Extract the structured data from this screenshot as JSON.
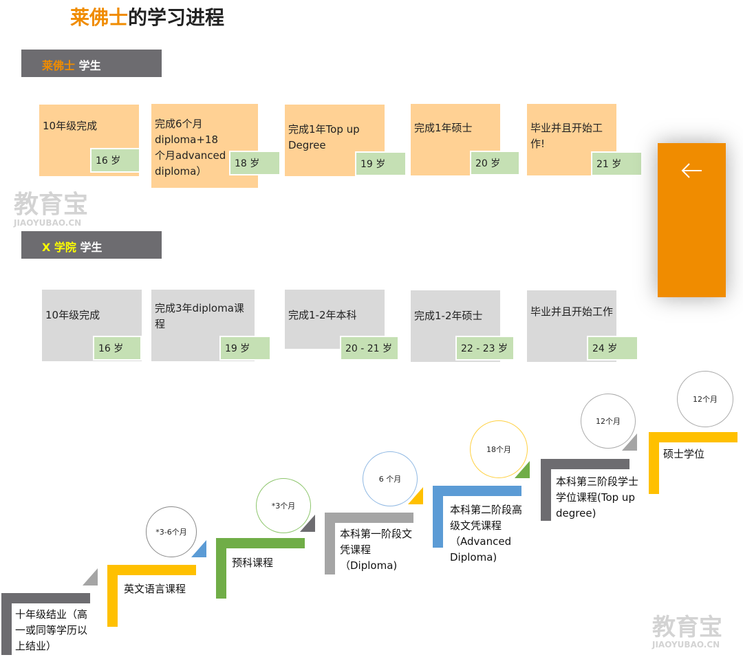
{
  "title": {
    "highlight": "莱佛士",
    "rest": "的学习进程"
  },
  "raffles": {
    "band_highlight": "莱佛士",
    "band_rest": " 学生",
    "cards": [
      {
        "text": "10年级完成",
        "age": "16 岁"
      },
      {
        "text": "完成6个月diploma+18个月advanced diploma）",
        "age": "18 岁"
      },
      {
        "text": "完成1年Top up Degree",
        "age": "19 岁"
      },
      {
        "text": "完成1年硕士",
        "age": "20 岁"
      },
      {
        "text": "毕业并且开始工作!",
        "age": "21 岁"
      }
    ]
  },
  "xcollege": {
    "band_highlight": "X 学院",
    "band_rest": " 学生",
    "cards": [
      {
        "text": "10年级完成",
        "age": "16 岁"
      },
      {
        "text": "完成3年diploma课程",
        "age": "19 岁"
      },
      {
        "text": "完成1-2年本科",
        "age": "20 - 21 岁"
      },
      {
        "text": "完成1-2年硕士",
        "age": "22 - 23 岁"
      },
      {
        "text": "毕业并且开始工作",
        "age": "24 岁"
      }
    ]
  },
  "side_panel": {
    "icon": "arrow-left-icon",
    "color": "#f08c00"
  },
  "steps": [
    {
      "label": "十年级结业（高一或同等学历以上结业）",
      "color": "#6d6c70"
    },
    {
      "label": "英文语言课程",
      "duration": "*3-6个月",
      "color": "#ffc000"
    },
    {
      "label": "预科课程",
      "duration": "*3个月",
      "color": "#70ad47"
    },
    {
      "label": "本科第一阶段文凭课程（Diploma)",
      "duration": "6 个月",
      "color": "#a5a5a5"
    },
    {
      "label": "本科第二阶段高级文凭课程（Advanced Diploma)",
      "duration": "18个月",
      "color": "#5b9bd5"
    },
    {
      "label": "本科第三阶段学士学位课程(Top up degree)",
      "duration": "12个月",
      "color": "#6d6c70"
    },
    {
      "label": "硕士学位",
      "duration": "12个月",
      "color": "#ffc000"
    }
  ],
  "watermark": {
    "cn": "教育宝",
    "en": "JIAOYUBAO.CN"
  }
}
